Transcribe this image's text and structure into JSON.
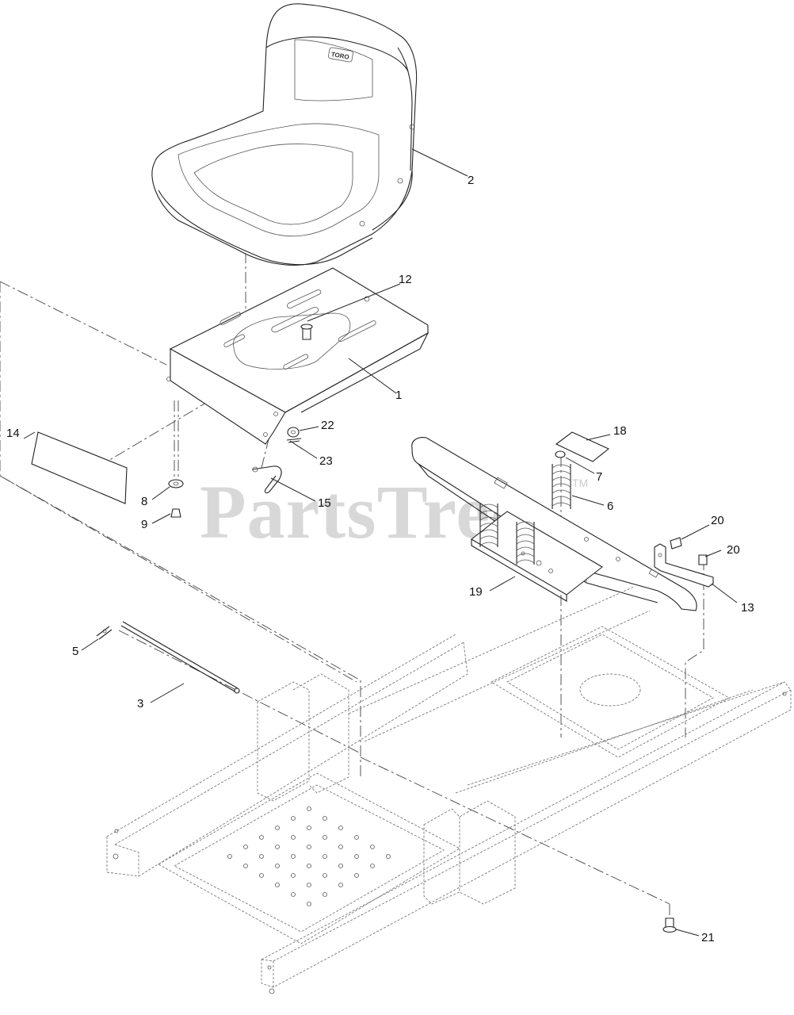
{
  "watermark": {
    "text": "PartsTree",
    "tm": "TM"
  },
  "seat_logo": "TORO",
  "callouts": [
    {
      "id": "c1",
      "label": "1"
    },
    {
      "id": "c2",
      "label": "2"
    },
    {
      "id": "c3",
      "label": "3"
    },
    {
      "id": "c5",
      "label": "5"
    },
    {
      "id": "c6",
      "label": "6"
    },
    {
      "id": "c7",
      "label": "7"
    },
    {
      "id": "c8",
      "label": "8"
    },
    {
      "id": "c9",
      "label": "9"
    },
    {
      "id": "c12",
      "label": "12"
    },
    {
      "id": "c13",
      "label": "13"
    },
    {
      "id": "c14",
      "label": "14"
    },
    {
      "id": "c15",
      "label": "15"
    },
    {
      "id": "c18",
      "label": "18"
    },
    {
      "id": "c19",
      "label": "19"
    },
    {
      "id": "c20a",
      "label": "20"
    },
    {
      "id": "c20b",
      "label": "20"
    },
    {
      "id": "c21",
      "label": "21"
    },
    {
      "id": "c22",
      "label": "22"
    },
    {
      "id": "c23",
      "label": "23"
    }
  ]
}
